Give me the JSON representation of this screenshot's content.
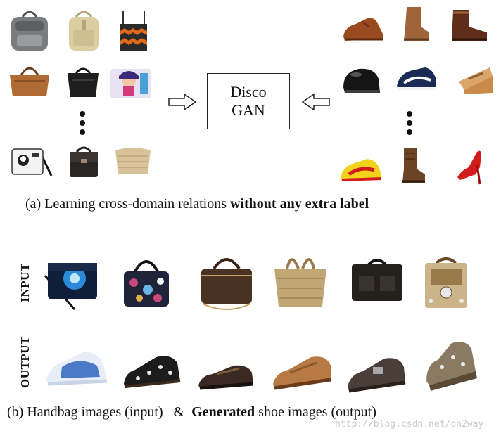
{
  "figure_a": {
    "model_line1": "Disco",
    "model_line2": "GAN",
    "caption_prefix": "(a) Learning cross-domain relations ",
    "caption_bold": "without any extra label",
    "handbag_items": [
      {
        "name": "grey-backpack-image"
      },
      {
        "name": "beige-backpack-image"
      },
      {
        "name": "chevron-crossbody-bag-image"
      },
      {
        "name": "brown-tote-bag-image"
      },
      {
        "name": "black-leather-bag-image"
      },
      {
        "name": "cartoon-messenger-bag-image"
      },
      {
        "name": "white-cartoon-messenger-bag-image"
      },
      {
        "name": "black-shoulder-bag-image"
      },
      {
        "name": "beige-clutch-image"
      }
    ],
    "shoe_items": [
      {
        "name": "brown-oxford-shoe-image"
      },
      {
        "name": "tan-ankle-boot-image"
      },
      {
        "name": "brown-moccasin-boot-image"
      },
      {
        "name": "black-clog-image"
      },
      {
        "name": "navy-puma-sneaker-image"
      },
      {
        "name": "wedge-sandal-image"
      },
      {
        "name": "yellow-red-sneaker-image"
      },
      {
        "name": "brown-cowboy-boot-image"
      },
      {
        "name": "red-stiletto-image"
      }
    ]
  },
  "figure_b": {
    "input_label": "INPUT",
    "output_label": "OUTPUT",
    "caption_prefix": "(b) Handbag images (input)   &  ",
    "caption_bold": "Generated",
    "caption_suffix": " shoe images (output)",
    "input_items": [
      {
        "name": "galaxy-messenger-bag-image"
      },
      {
        "name": "floral-doctor-bag-image"
      },
      {
        "name": "brown-monogram-bag-image"
      },
      {
        "name": "woven-straw-tote-image"
      },
      {
        "name": "black-briefcase-bag-image"
      },
      {
        "name": "studded-western-bag-image"
      }
    ],
    "output_items": [
      {
        "name": "blue-sneaker-output-image"
      },
      {
        "name": "floral-loafer-output-image"
      },
      {
        "name": "brown-loafer-output-image"
      },
      {
        "name": "tan-loafer-output-image"
      },
      {
        "name": "dark-buckle-shoe-output-image"
      },
      {
        "name": "studded-clog-output-image"
      }
    ]
  },
  "watermark": "http://blog.csdn.net/on2way",
  "colors": {
    "brown": "#8a5a35",
    "black": "#1c1c1c",
    "grey": "#8c8c8c",
    "beige": "#d9c9a0",
    "red": "#d21b1b",
    "navy": "#1b2b55",
    "yellow": "#f2d21b"
  }
}
